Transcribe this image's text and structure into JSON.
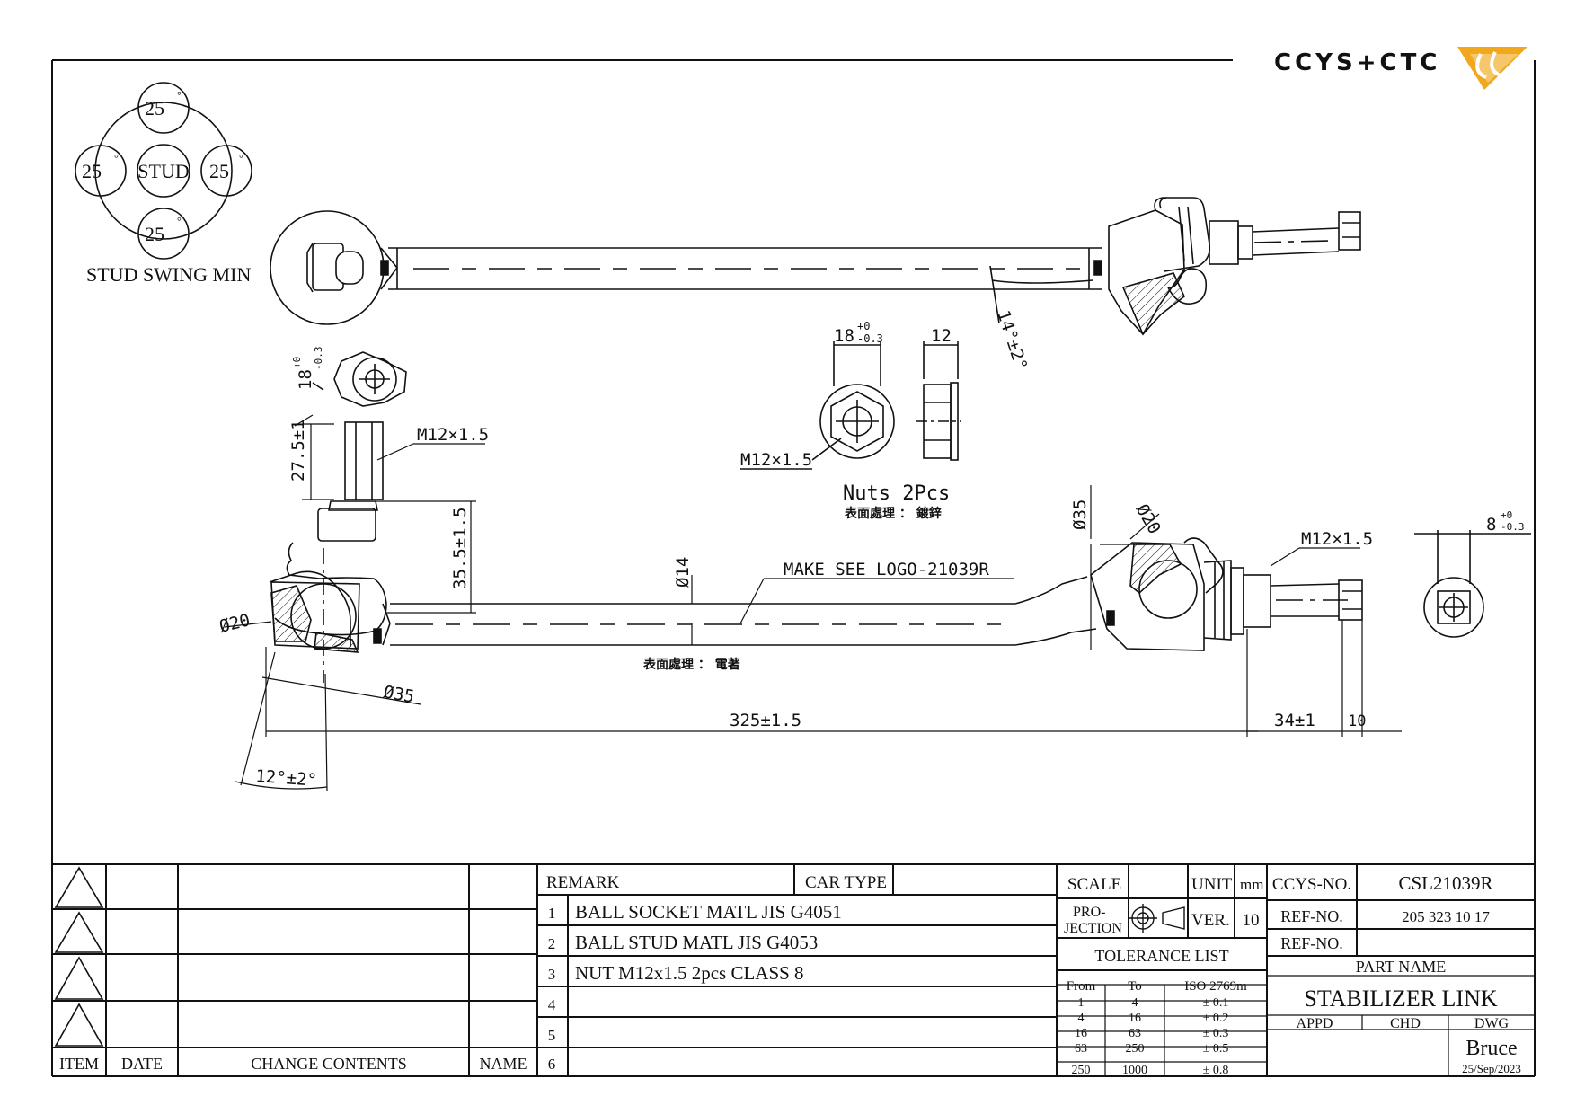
{
  "logo": {
    "text": "CCYS+CTC"
  },
  "swing": {
    "top": "25",
    "left": "25",
    "center": "STUD",
    "right": "25",
    "bottom": "25",
    "deg": "°",
    "caption": "STUD SWING MIN"
  },
  "dims": {
    "top_angle": "14°±2°",
    "hex_top": "18",
    "tol_hex_top_up": "+0",
    "tol_hex_top_dn": "-0.3",
    "hex_left": "18",
    "tol_hex_left_up": "+0",
    "tol_hex_left_dn": "-0.3",
    "thread_len": "27.5±1",
    "thread_left": "M12×1.5",
    "ball_height": "35.5±1.5",
    "dia20_left": "Ø20",
    "dia35_left": "Ø35",
    "dia14": "Ø14",
    "make_logo": "MAKE SEE LOGO-21039R",
    "surface_rod": "表面處理 ： 電著",
    "nut_width": "12",
    "nut_thread": "M12×1.5",
    "nuts_label": "Nuts 2Pcs",
    "surface_nut": "表面處理 ： 鍍鋅",
    "dia35_right": "Ø35",
    "dia20_right": "Ø20",
    "thread_right": "M12×1.5",
    "hex_right": "8",
    "tol_hex_right_up": "+0",
    "tol_hex_right_dn": "-0.3",
    "length_main": "325±1.5",
    "length_thread": "34±1",
    "length_hex": "10",
    "bottom_angle": "12°±2°"
  },
  "revisions": {
    "headers": {
      "item": "ITEM",
      "date": "DATE",
      "change": "CHANGE CONTENTS",
      "name": "NAME"
    }
  },
  "remark": {
    "header": "REMARK",
    "car_type": "CAR TYPE",
    "rows": [
      {
        "n": "1",
        "text": "BALL SOCKET MATL JIS G4051"
      },
      {
        "n": "2",
        "text": "BALL STUD MATL JIS G4053"
      },
      {
        "n": "3",
        "text": "NUT M12x1.5 2pcs CLASS 8"
      },
      {
        "n": "4",
        "text": ""
      },
      {
        "n": "5",
        "text": ""
      },
      {
        "n": "6",
        "text": ""
      }
    ]
  },
  "title_block": {
    "scale": "SCALE",
    "unit": "UNIT",
    "unit_val": "mm",
    "projection": "PRO-",
    "projection2": "JECTION",
    "ver": "VER.",
    "ver_val": "10",
    "tolerance_title": "TOLERANCE LIST",
    "tol_headers": {
      "from": "From",
      "to": "To",
      "iso": "ISO 2769m"
    },
    "tol_rows": [
      {
        "from": "1",
        "to": "4",
        "tol": "± 0.1"
      },
      {
        "from": "4",
        "to": "16",
        "tol": "± 0.2"
      },
      {
        "from": "16",
        "to": "63",
        "tol": "± 0.3"
      },
      {
        "from": "63",
        "to": "250",
        "tol": "± 0.5"
      },
      {
        "from": "250",
        "to": "1000",
        "tol": "± 0.8"
      }
    ],
    "ccys_no_label": "CCYS-NO.",
    "ccys_no": "CSL21039R",
    "ref_no_label": "REF-NO.",
    "ref_no": "205 323 10 17",
    "ref_no2_label": "REF-NO.",
    "ref_no2": "",
    "part_name_label": "PART NAME",
    "part_name": "STABILIZER LINK",
    "appd": "APPD",
    "chd": "CHD",
    "dwg": "DWG",
    "drawer": "Bruce",
    "date": "25/Sep/2023"
  }
}
